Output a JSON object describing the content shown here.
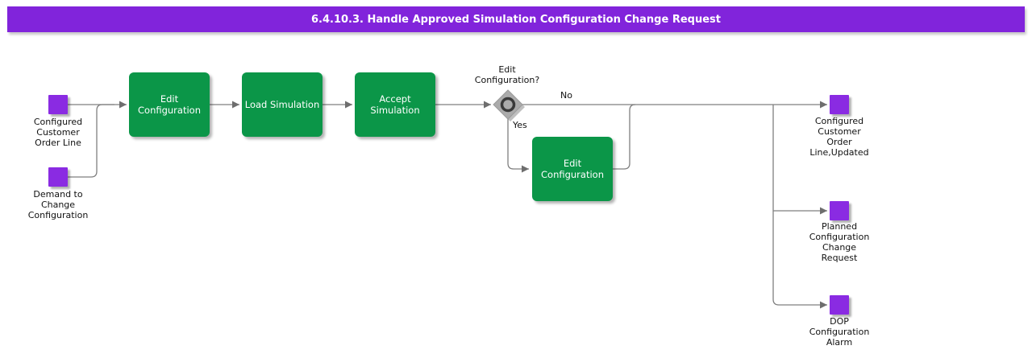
{
  "title": "6.4.10.3. Handle Approved Simulation Configuration Change Request",
  "colors": {
    "title_bar": "#8124DB",
    "activity": "#0B9648",
    "event": "#8A2BE2",
    "connector": "#7F7F7F",
    "connector_arrow": "#6E6E6E",
    "gateway_fill": "#ABABAB",
    "gateway_ring": "#3A3A3A"
  },
  "inputs": [
    {
      "label": "Configured\nCustomer\nOrder Line"
    },
    {
      "label": "Demand to\nChange\nConfiguration"
    }
  ],
  "activities": [
    {
      "label": "Edit\nConfiguration"
    },
    {
      "label": "Load Simulation"
    },
    {
      "label": "Accept\nSimulation"
    },
    {
      "label": "Edit\nConfiguration"
    }
  ],
  "gateway": {
    "question": "Edit\nConfiguration?",
    "no_label": "No",
    "yes_label": "Yes"
  },
  "outputs": [
    {
      "label": "Configured\nCustomer\nOrder\nLine,Updated"
    },
    {
      "label": "Planned\nConfiguration\nChange\nRequest"
    },
    {
      "label": "DOP\nConfiguration\nAlarm"
    }
  ]
}
